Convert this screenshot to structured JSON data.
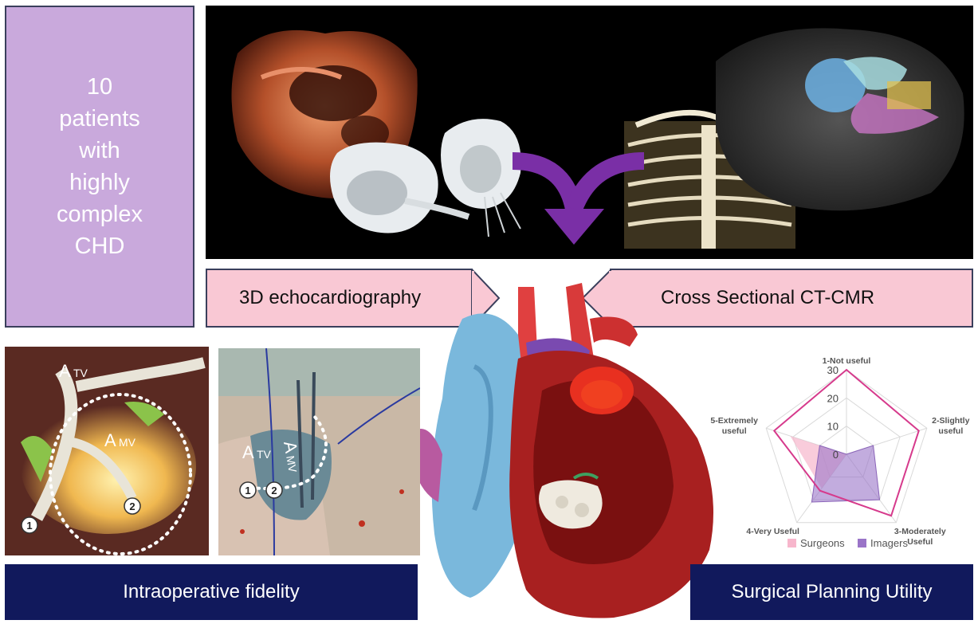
{
  "patients_box": {
    "lines": [
      "10",
      "patients",
      "with",
      "highly",
      "complex",
      "CHD"
    ],
    "bg_color": "#c9a9dc"
  },
  "labels": {
    "echo": "3D echocardiography",
    "ct": "Cross Sectional CT-CMR",
    "fidelity": "Intraoperative fidelity",
    "utility": "Surgical Planning Utility"
  },
  "photo_annotations": {
    "photo1": {
      "atv_main": "A",
      "atv_sub": "TV",
      "amv_main": "A",
      "amv_sub": "MV",
      "marker1": "1",
      "marker2": "2"
    },
    "photo2": {
      "atv_main": "A",
      "atv_sub": "TV",
      "amv_main": "A",
      "amv_sub": "MV",
      "marker1": "1",
      "marker2": "2"
    }
  },
  "colors": {
    "pink_label": "#f9c8d4",
    "navy_label": "#11195c",
    "arrow_purple": "#7a2fa6",
    "surgeons": "#f7b6cc",
    "imagers": "#9a74c8",
    "radar_line": "#d63a8c"
  },
  "icons": [
    "purple-merge-arrow-icon",
    "heart-model-icon"
  ],
  "chart_data": {
    "type": "radar",
    "axes": [
      "1-Not useful",
      "2-Slightly useful",
      "3-Moderately Useful",
      "4-Very Useful",
      "5-Extremely useful"
    ],
    "axis_label_lines": [
      [
        "1-Not useful"
      ],
      [
        "2-Slightly",
        "useful"
      ],
      [
        "3-Moderately",
        "Useful"
      ],
      [
        "4-Very Useful"
      ],
      [
        "5-Extremely",
        "useful"
      ]
    ],
    "rlim": [
      0,
      30
    ],
    "ticks": [
      "0",
      "10",
      "20",
      "30"
    ],
    "series": [
      {
        "name": "Surgeons",
        "values": [
          0,
          0,
          0,
          15,
          21
        ]
      },
      {
        "name": "Imagers",
        "values": [
          0,
          10,
          20,
          21,
          10
        ]
      },
      {
        "values": [
          30,
          27,
          27,
          16,
          27
        ]
      }
    ],
    "legend_position": "bottom",
    "grid": true
  }
}
